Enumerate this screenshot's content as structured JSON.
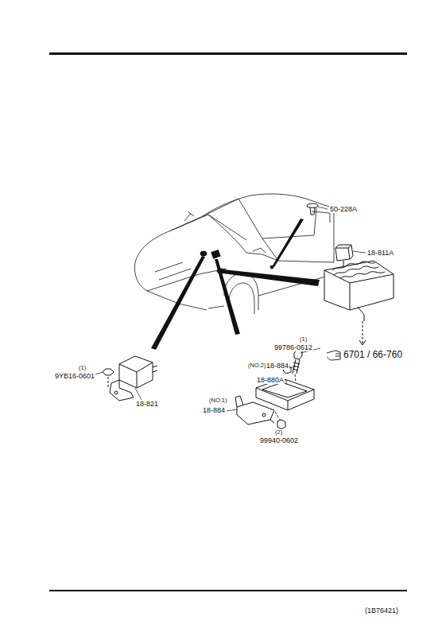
{
  "diagram": {
    "labels": [
      "50-228A",
      "18-811A",
      "6701 / 66-760",
      "(1)",
      "99786-0612",
      "(NO.2)",
      "18-884",
      "18-880A",
      "(NO.1)",
      "18-884",
      "(2)",
      "99940-0602",
      "(1)",
      "9YB16-0601",
      "18-821",
      "(1B76421)"
    ]
  }
}
